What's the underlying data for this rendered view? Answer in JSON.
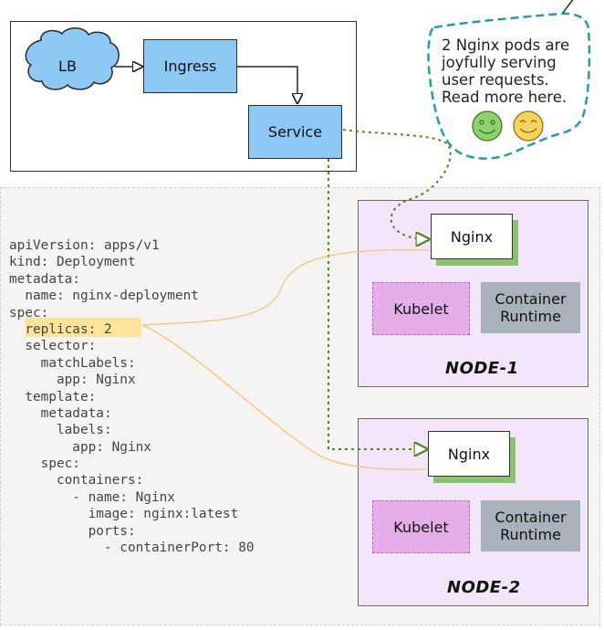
{
  "flow": {
    "lb": "LB",
    "ingress": "Ingress",
    "service": "Service"
  },
  "callout": {
    "lines": [
      "2 Nginx pods are",
      "joyfully serving",
      "user requests.",
      "Read more here."
    ],
    "colors": {
      "border": "#2a9aa6",
      "face_green": "#8fd16a",
      "face_yellow": "#f4d35e"
    }
  },
  "yaml": {
    "lines": [
      "apiVersion: apps/v1",
      "kind: Deployment",
      "metadata:",
      "  name: nginx-deployment",
      "spec:",
      "  replicas: 2",
      "  selector:",
      "    matchLabels:",
      "      app: Nginx",
      "  template:",
      "    metadata:",
      "      labels:",
      "        app: Nginx",
      "    spec:",
      "      containers:",
      "        - name: Nginx",
      "          image: nginx:latest",
      "          ports:",
      "            - containerPort: 80"
    ]
  },
  "nodes": [
    {
      "label": "NODE-1",
      "pod": "Nginx",
      "kubelet": "Kubelet",
      "runtime": [
        "Container",
        "Runtime"
      ]
    },
    {
      "label": "NODE-2",
      "pod": "Nginx",
      "kubelet": "Kubelet",
      "runtime": [
        "Container",
        "Runtime"
      ]
    }
  ],
  "colors": {
    "flow_box": "#8ec8f5",
    "node_bg": "#f3e6fb",
    "pod_shadow": "#8cc26f",
    "kubelet_bg": "#e5aee8",
    "runtime_bg": "#a9b2bb",
    "highlight": "#fde49b",
    "dotted_link": "#4a8a1f",
    "orange_link": "#f6c47a"
  }
}
